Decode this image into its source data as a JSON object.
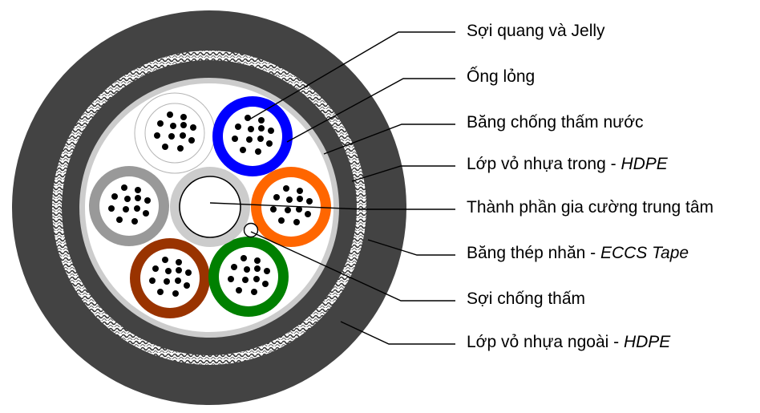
{
  "diagram": {
    "subject": "Cáp quang ống lỏng - cắt ngang",
    "colors": {
      "outer_jacket": "#434343",
      "armor_tape": "#ffffff",
      "armor_pattern": "#333333",
      "inner_jacket_band": "#cccccc",
      "core_fill": "#ffffff",
      "central_member_ring": "#cccccc",
      "fiber_dot": "#000000",
      "leader_line": "#000000"
    },
    "loose_tubes": [
      {
        "name": "white",
        "color": "#ffffff",
        "outline": "#b5b5b5",
        "fiber_count": 12
      },
      {
        "name": "blue",
        "color": "#0000ff",
        "fiber_count": 12
      },
      {
        "name": "gray",
        "color": "#999999",
        "fiber_count": 12
      },
      {
        "name": "orange",
        "color": "#ff6600",
        "fiber_count": 12
      },
      {
        "name": "brown",
        "color": "#993300",
        "fiber_count": 12
      },
      {
        "name": "green",
        "color": "#008000",
        "fiber_count": 12
      }
    ],
    "labels": [
      {
        "text": "Sợi quang và Jelly",
        "suffix": ""
      },
      {
        "text": "Ống lỏng",
        "suffix": ""
      },
      {
        "text": "Băng chống thấm nước",
        "suffix": ""
      },
      {
        "text": "Lớp vỏ nhựa trong - ",
        "suffix": "HDPE"
      },
      {
        "text": "Thành phần gia cường trung tâm",
        "suffix": ""
      },
      {
        "text": "Băng thép nhăn - ",
        "suffix": "ECCS Tape"
      },
      {
        "text": "Sợi chống thấm",
        "suffix": ""
      },
      {
        "text": "Lớp vỏ nhựa ngoài - ",
        "suffix": "HDPE"
      }
    ]
  }
}
